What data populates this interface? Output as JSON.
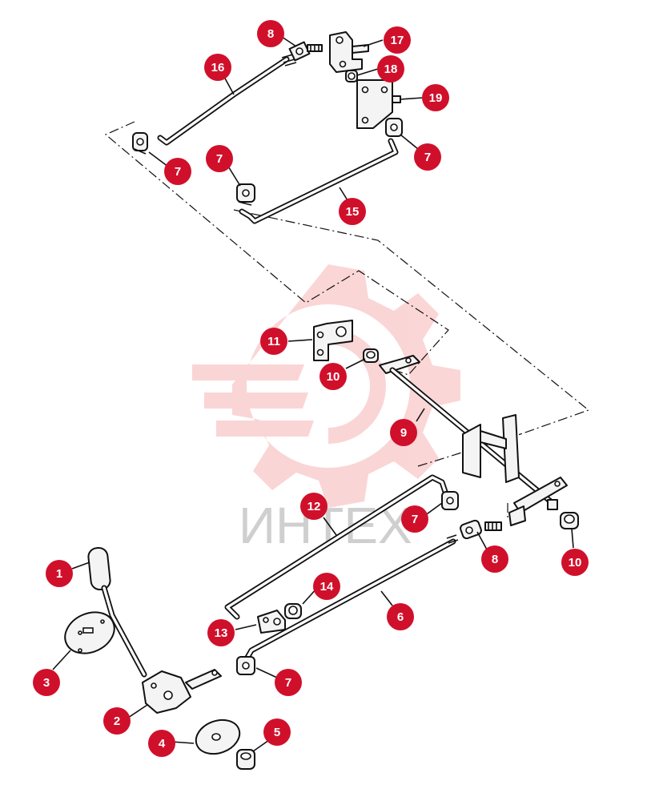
{
  "watermark": {
    "text": "ИНТЕХ",
    "color": "#f06a6a"
  },
  "badge_color": "#d0102b",
  "callouts": [
    {
      "id": "c1",
      "number": "1"
    },
    {
      "id": "c2",
      "number": "2"
    },
    {
      "id": "c3",
      "number": "3"
    },
    {
      "id": "c4",
      "number": "4"
    },
    {
      "id": "c5",
      "number": "5"
    },
    {
      "id": "c6",
      "number": "6"
    },
    {
      "id": "c7a",
      "number": "7"
    },
    {
      "id": "c7b",
      "number": "7"
    },
    {
      "id": "c7c",
      "number": "7"
    },
    {
      "id": "c7d",
      "number": "7"
    },
    {
      "id": "c7e",
      "number": "7"
    },
    {
      "id": "c8a",
      "number": "8"
    },
    {
      "id": "c8b",
      "number": "8"
    },
    {
      "id": "c9",
      "number": "9"
    },
    {
      "id": "c10a",
      "number": "10"
    },
    {
      "id": "c10b",
      "number": "10"
    },
    {
      "id": "c11",
      "number": "11"
    },
    {
      "id": "c12",
      "number": "12"
    },
    {
      "id": "c13",
      "number": "13"
    },
    {
      "id": "c14",
      "number": "14"
    },
    {
      "id": "c15",
      "number": "15"
    },
    {
      "id": "c16",
      "number": "16"
    },
    {
      "id": "c17",
      "number": "17"
    },
    {
      "id": "c18",
      "number": "18"
    },
    {
      "id": "c19",
      "number": "19"
    }
  ]
}
